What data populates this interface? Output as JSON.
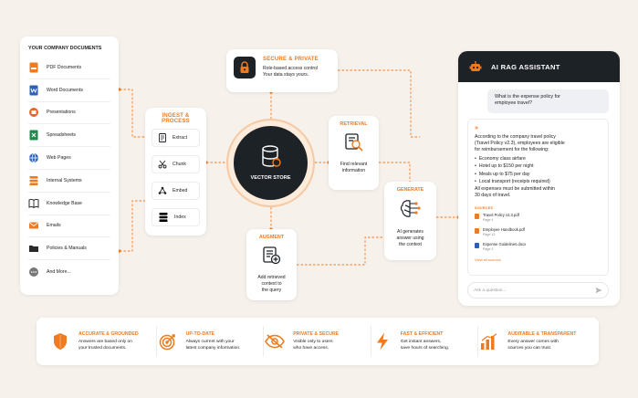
{
  "colors": {
    "accent": "#f07a1f",
    "dark": "#1d2227",
    "background": "#f7f1ec"
  },
  "docs": {
    "title": "YOUR COMPANY DOCUMENTS",
    "items": [
      {
        "label": "PDF Documents",
        "icon": "pdf-icon",
        "color": "#f07a1f"
      },
      {
        "label": "Word Documents",
        "icon": "word-icon",
        "color": "#2b5fb8"
      },
      {
        "label": "Presentations",
        "icon": "presentation-icon",
        "color": "#e8662a"
      },
      {
        "label": "Spreadsheets",
        "icon": "spreadsheet-icon",
        "color": "#1f8a4c"
      },
      {
        "label": "Web Pages",
        "icon": "globe-icon",
        "color": "#2a67c9"
      },
      {
        "label": "Internal Systems",
        "icon": "database-icon",
        "color": "#f07a1f"
      },
      {
        "label": "Knowledge Base",
        "icon": "book-icon",
        "color": "#2a2a2a"
      },
      {
        "label": "Emails",
        "icon": "mail-icon",
        "color": "#f07a1f"
      },
      {
        "label": "Policies & Manuals",
        "icon": "folder-icon",
        "color": "#2a2a2a"
      },
      {
        "label": "And More...",
        "icon": "more-icon",
        "color": "#777777"
      }
    ]
  },
  "ingest": {
    "title": "INGEST & PROCESS",
    "steps": [
      {
        "label": "Extract",
        "icon": "document-icon"
      },
      {
        "label": "Chunk",
        "icon": "scissors-icon"
      },
      {
        "label": "Embed",
        "icon": "network-icon"
      },
      {
        "label": "Index",
        "icon": "database-icon"
      }
    ]
  },
  "vector_store": {
    "label": "VECTOR STORE"
  },
  "secure": {
    "title": "SECURE & PRIVATE",
    "line1": "Role-based access control",
    "line2": "Your data stays yours."
  },
  "retrieval": {
    "title": "RETRIEVAL",
    "text1": "Find relevant",
    "text2": "information"
  },
  "augment": {
    "title": "AUGMENT",
    "text1": "Add retrieved",
    "text2": "context to",
    "text3": "the query"
  },
  "generate": {
    "title": "GENERATE",
    "text1": "AI generates",
    "text2": "answer using",
    "text3": "the context"
  },
  "chat": {
    "title": "AI RAG ASSISTANT",
    "question_line1": "What is the expense policy for",
    "question_line2": "employee travel?",
    "answer_intro_1": "According to the company travel policy",
    "answer_intro_2": "(Travel Policy v2.3), employees are eligible",
    "answer_intro_3": "for reimbursement for the following:",
    "bullets": [
      "Economy class airfare",
      "Hotel up to $150 per night",
      "Meals up to $75 per day",
      "Local transport (receipts required)"
    ],
    "note_1": "All expenses must be submitted within",
    "note_2": "30 days of travel.",
    "sources_title": "SOURCES",
    "sources": [
      {
        "name": "Travel Policy v2.3.pdf",
        "page": "Page 4",
        "color": "#f07a1f"
      },
      {
        "name": "Employee Handbook.pdf",
        "page": "Page 13",
        "color": "#f07a1f"
      },
      {
        "name": "Expense Guidelines.docx",
        "page": "Page 2",
        "color": "#2b5fb8"
      }
    ],
    "view_all": "View all sources",
    "input_placeholder": "Ask a question..."
  },
  "features": [
    {
      "title": "ACCURATE & GROUNDED",
      "line1": "Answers are based only on",
      "line2": "your trusted documents.",
      "icon": "shield-icon"
    },
    {
      "title": "UP-TO-DATE",
      "line1": "Always current with your",
      "line2": "latest company information.",
      "icon": "target-icon"
    },
    {
      "title": "PRIVATE & SECURE",
      "line1": "Visible only to users",
      "line2": "who have access.",
      "icon": "eye-off-icon"
    },
    {
      "title": "FAST & EFFICIENT",
      "line1": "Get instant answers,",
      "line2": "save hours of searching.",
      "icon": "lightning-icon"
    },
    {
      "title": "AUDITABLE & TRANSPARENT",
      "line1": "Every answer comes with",
      "line2": "sources you can trust.",
      "icon": "bar-chart-icon"
    }
  ]
}
